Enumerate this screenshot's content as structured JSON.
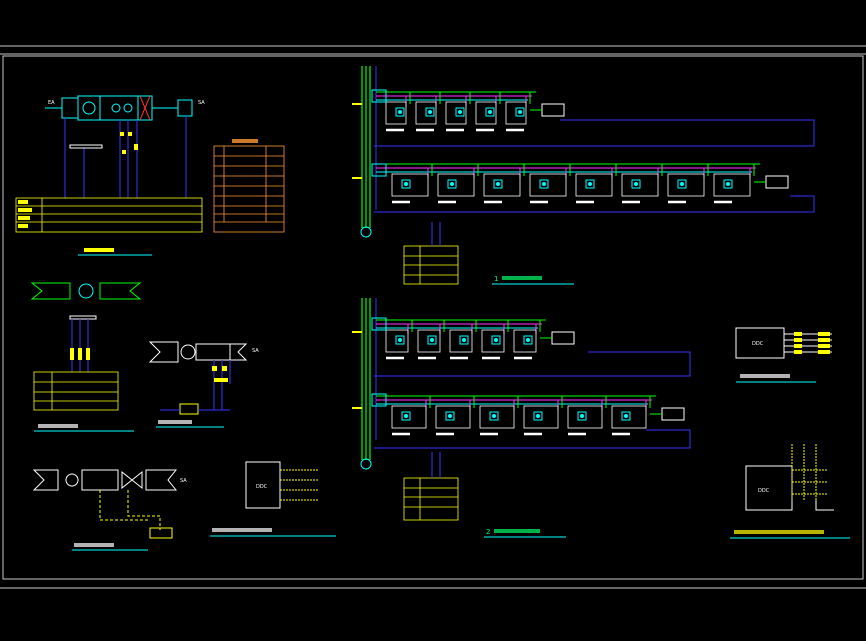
{
  "colors": {
    "background": "#000000",
    "frame": "#c8c8c8",
    "yellow": "#ffff00",
    "green": "#00ff00",
    "cyan": "#00ffff",
    "blue": "#3333ff",
    "magenta": "#ff33ff",
    "red": "#ff3333",
    "orange": "#ff9933",
    "white": "#ffffff"
  },
  "labels": {
    "ahu_left": "EA",
    "ahu_right": "SA",
    "fan_right": "SA",
    "fcu_right": "SA",
    "riser1_number": "1",
    "riser2_number": "2",
    "panel_ddc": "DDC",
    "panel_a": "DDC",
    "panel_b": "DDC"
  },
  "risers": [
    {
      "id": "riser-1",
      "rows": [
        5,
        8
      ]
    },
    {
      "id": "riser-2",
      "rows": [
        5,
        6
      ]
    }
  ],
  "icons": [
    "damper-icon",
    "fan-icon",
    "coil-icon",
    "filter-icon",
    "valve-icon",
    "sensor-icon",
    "ground-icon"
  ]
}
